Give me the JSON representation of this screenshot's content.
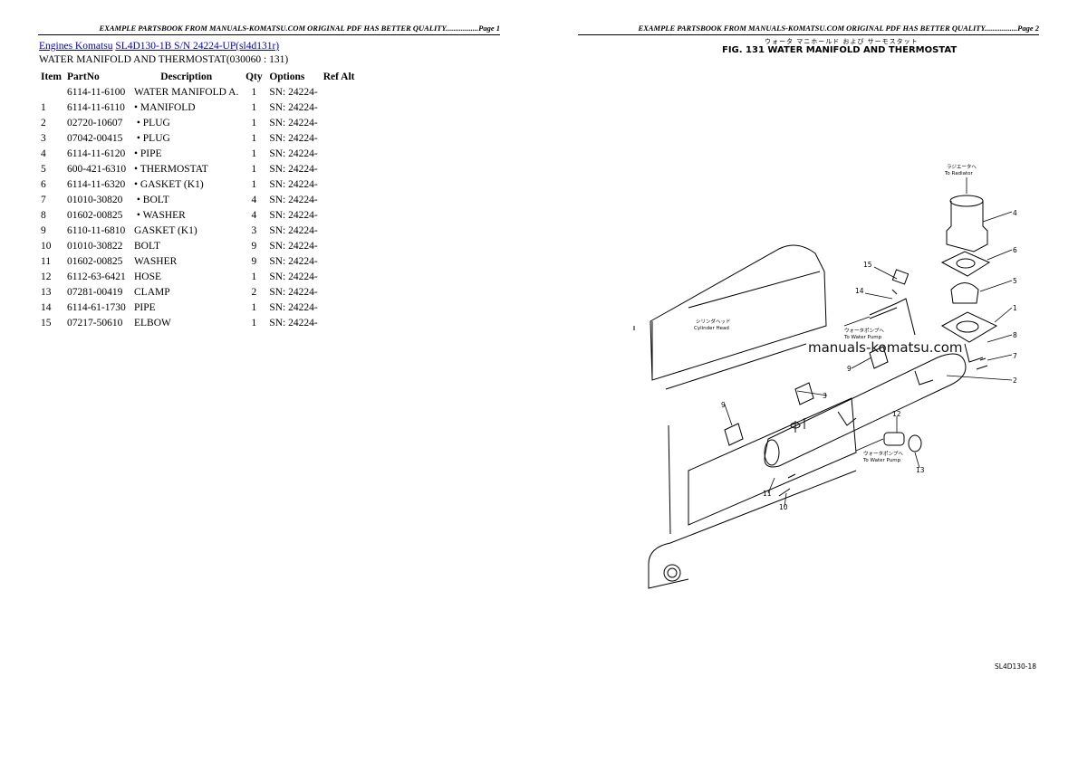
{
  "headers": {
    "page1": "EXAMPLE PARTSBOOK FROM MANUALS-KOMATSU.COM ORIGINAL PDF HAS BETTER QUALITY.................Page 1",
    "page2": "EXAMPLE PARTSBOOK FROM MANUALS-KOMATSU.COM ORIGINAL PDF HAS BETTER QUALITY.................Page 2"
  },
  "breadcrumb": {
    "link1": "Engines Komatsu",
    "link2": "SL4D130-1B S/N 24224-UP(sl4d131r)"
  },
  "subtitle": "WATER MANIFOLD AND THERMOSTAT(030060 : 131)",
  "table": {
    "columns": [
      "Item",
      "PartNo",
      "Description",
      "Qty",
      "Options",
      "Ref Alt"
    ],
    "rows": [
      [
        "",
        "6114-11-6100",
        "WATER MANIFOLD A.",
        "1",
        "SN: 24224-",
        ""
      ],
      [
        "1",
        "6114-11-6110",
        "• MANIFOLD",
        "1",
        "SN: 24224-",
        ""
      ],
      [
        "2",
        "02720-10607",
        " • PLUG",
        "1",
        "SN: 24224-",
        ""
      ],
      [
        "3",
        "07042-00415",
        " • PLUG",
        "1",
        "SN: 24224-",
        ""
      ],
      [
        "4",
        "6114-11-6120",
        "• PIPE",
        "1",
        "SN: 24224-",
        ""
      ],
      [
        "5",
        "600-421-6310",
        "• THERMOSTAT",
        "1",
        "SN: 24224-",
        ""
      ],
      [
        "6",
        "6114-11-6320",
        "• GASKET (K1)",
        "1",
        "SN: 24224-",
        ""
      ],
      [
        "7",
        "01010-30820",
        " • BOLT",
        "4",
        "SN: 24224-",
        ""
      ],
      [
        "8",
        "01602-00825",
        " • WASHER",
        "4",
        "SN: 24224-",
        ""
      ],
      [
        "9",
        "6110-11-6810",
        "GASKET (K1)",
        "3",
        "SN: 24224-",
        ""
      ],
      [
        "10",
        "01010-30822",
        "BOLT",
        "9",
        "SN: 24224-",
        ""
      ],
      [
        "11",
        "01602-00825",
        "WASHER",
        "9",
        "SN: 24224-",
        ""
      ],
      [
        "12",
        "6112-63-6421",
        "HOSE",
        "1",
        "SN: 24224-",
        ""
      ],
      [
        "13",
        "07281-00419",
        "CLAMP",
        "2",
        "SN: 24224-",
        ""
      ],
      [
        "14",
        "6114-61-1730",
        "PIPE",
        "1",
        "SN: 24224-",
        ""
      ],
      [
        "15",
        "07217-50610",
        "ELBOW",
        "1",
        "SN: 24224-",
        ""
      ]
    ]
  },
  "figure": {
    "title": "FIG. 131  WATER  MANIFOLD  AND  THERMOSTAT",
    "title_jp": "ウォータ マニホールド および サーモスタット",
    "watermark": "manuals-komatsu.com",
    "code": "SL4D130-18",
    "notes": {
      "to_radiator_jp": "ラジエータへ",
      "to_radiator": "To Radiator",
      "cyl_head_jp": "シリンダヘッド",
      "cyl_head": "Cylinder Head",
      "to_pump_jp": "ウォータポンプへ",
      "to_pump": "To Water Pump"
    },
    "callouts": [
      "1",
      "2",
      "3",
      "4",
      "5",
      "6",
      "7",
      "8",
      "9",
      "10",
      "11",
      "12",
      "13",
      "14",
      "15"
    ]
  }
}
